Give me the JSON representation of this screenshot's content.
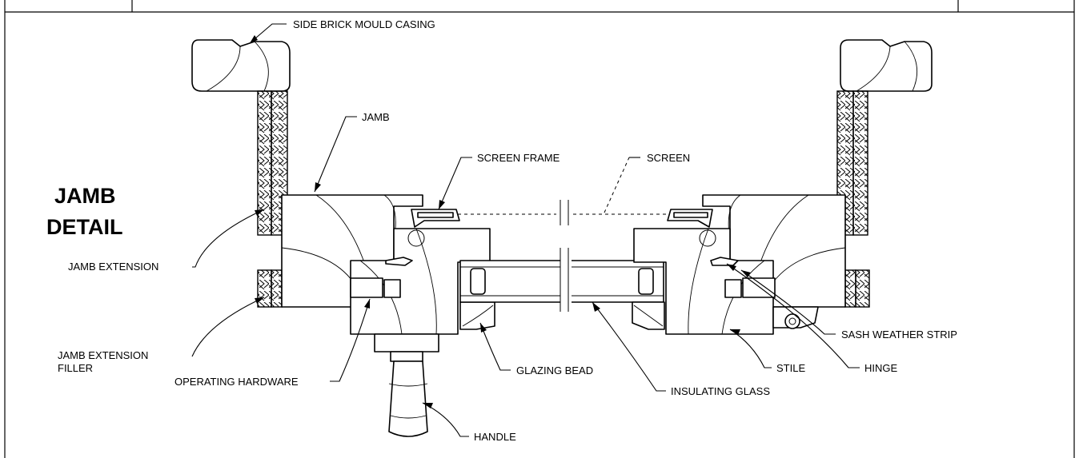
{
  "title": {
    "line1": "JAMB",
    "line2": "DETAIL"
  },
  "labels": {
    "side_brick_mould_casing": "SIDE BRICK MOULD CASING",
    "jamb": "JAMB",
    "screen_frame": "SCREEN FRAME",
    "screen": "SCREEN",
    "jamb_extension": "JAMB EXTENSION",
    "jamb_extension_filler_1": "JAMB EXTENSION",
    "jamb_extension_filler_2": "FILLER",
    "operating_hardware": "OPERATING HARDWARE",
    "glazing_bead": "GLAZING BEAD",
    "handle": "HANDLE",
    "insulating_glass": "INSULATING GLASS",
    "stile": "STILE",
    "hinge": "HINGE",
    "sash_weather_strip": "SASH WEATHER STRIP"
  }
}
